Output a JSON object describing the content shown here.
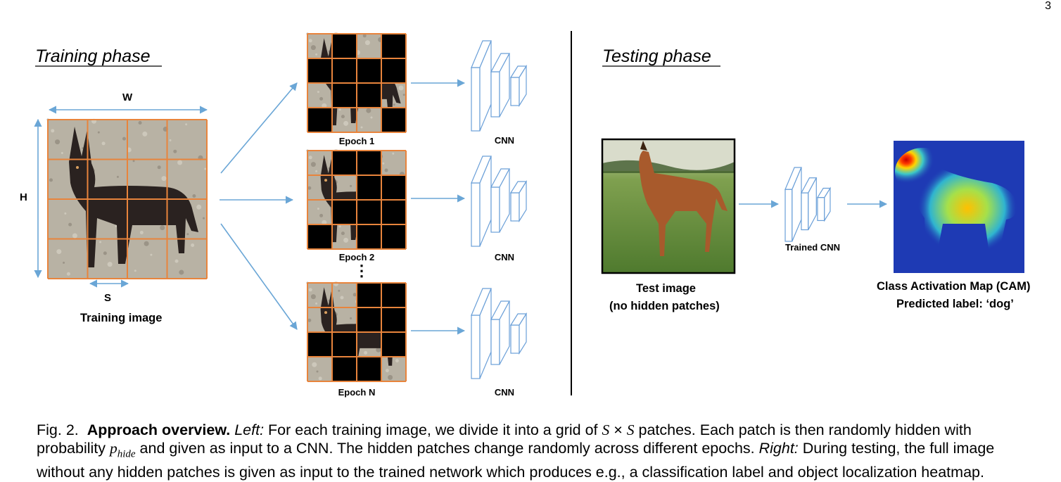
{
  "page_number": "3",
  "training": {
    "heading": "Training phase",
    "w_label": "W",
    "h_label": "H",
    "s_label": "S",
    "image_label": "Training image",
    "cnn_label": "CNN",
    "epochs": [
      {
        "label": "Epoch 1",
        "hidden": [
          1,
          3,
          4,
          5,
          6,
          7,
          9,
          10,
          12,
          15
        ]
      },
      {
        "label": "Epoch 2",
        "hidden": [
          1,
          2,
          6,
          7,
          9,
          10,
          11,
          12,
          14,
          15
        ]
      },
      {
        "label": "Epoch N",
        "hidden": [
          2,
          3,
          6,
          7,
          8,
          9,
          11,
          13,
          14
        ]
      }
    ],
    "ellipsis": "⋮"
  },
  "testing": {
    "heading": "Testing phase",
    "test_image_label_1": "Test image",
    "test_image_label_2": "(no hidden patches)",
    "cnn_label": "Trained CNN",
    "cam_label_1": "Class Activation Map (CAM)",
    "cam_label_2": "Predicted label: ‘dog’"
  },
  "caption": {
    "fig": "Fig. 2.",
    "title": "Approach overview.",
    "left": "Left:",
    "part1": "For each training image, we divide it into a grid of",
    "s1": "S",
    "times": "×",
    "s2": "S",
    "part2": "patches. Each patch is then randomly hidden with",
    "part3": "probability",
    "p": "p",
    "p_sub": "hide",
    "part4": "and given as input to a CNN. The hidden patches change randomly across different epochs.",
    "right": "Right:",
    "part5": "During testing, the full image",
    "part6": "without any hidden patches is given as input to the trained network which produces e.g., a classification label and object localization heatmap."
  },
  "colors": {
    "grid": "#e8843c",
    "arrow": "#6aa6d6",
    "cnn": "#6a9fd8",
    "divider": "#000000"
  }
}
